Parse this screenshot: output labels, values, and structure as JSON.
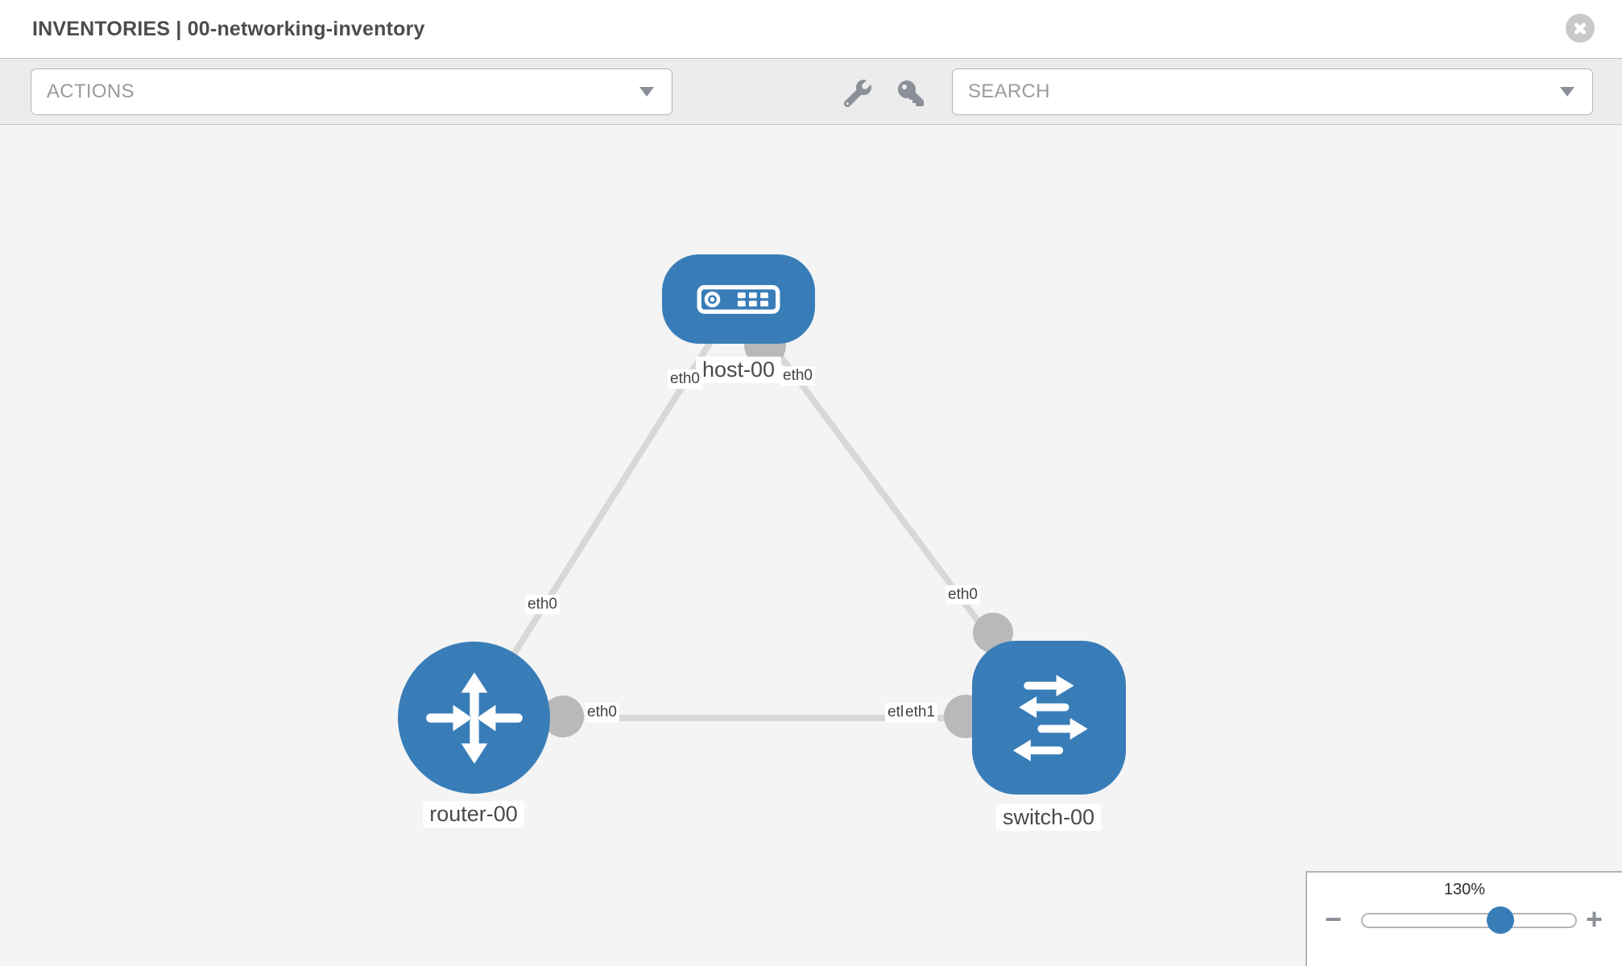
{
  "header": {
    "title": "INVENTORIES | 00-networking-inventory"
  },
  "toolbar": {
    "actions_placeholder": "ACTIONS",
    "search_placeholder": "SEARCH"
  },
  "icons": {
    "close": "x-circle",
    "actions_caret": "chevron-down",
    "search_caret": "chevron-down",
    "wrench": "wrench",
    "key": "key",
    "host": "server",
    "router": "router-arrows",
    "switch": "switch-arrows"
  },
  "topology": {
    "nodes": {
      "host": {
        "label": "host-00",
        "type": "host"
      },
      "router": {
        "label": "router-00",
        "type": "router"
      },
      "switch": {
        "label": "switch-00",
        "type": "switch"
      }
    },
    "links": [
      {
        "from": "router-00",
        "to": "host-00",
        "from_interface": "eth0",
        "to_interface": "eth0"
      },
      {
        "from": "host-00",
        "to": "switch-00",
        "from_interface": "eth0",
        "to_interface": "eth0"
      },
      {
        "from": "router-00",
        "to": "switch-00",
        "from_interface": "eth0",
        "to_interface": "eth1"
      }
    ],
    "interfaces": {
      "host_left": "eth0",
      "host_right": "eth0",
      "router_upper": "eth0",
      "switch_upper": "eth0",
      "router_right": "eth0",
      "switch_left_under": "eth0",
      "switch_left_over": "eth1"
    }
  },
  "zoom_control": {
    "percent": "130%",
    "minus": "−",
    "plus": "+"
  },
  "colors": {
    "node_blue": "#387db8",
    "link_gray": "#d8d8d8",
    "dot_gray": "#b9b9b9",
    "canvas_bg": "#f4f4f4",
    "toolbar_bg": "#ececec"
  }
}
